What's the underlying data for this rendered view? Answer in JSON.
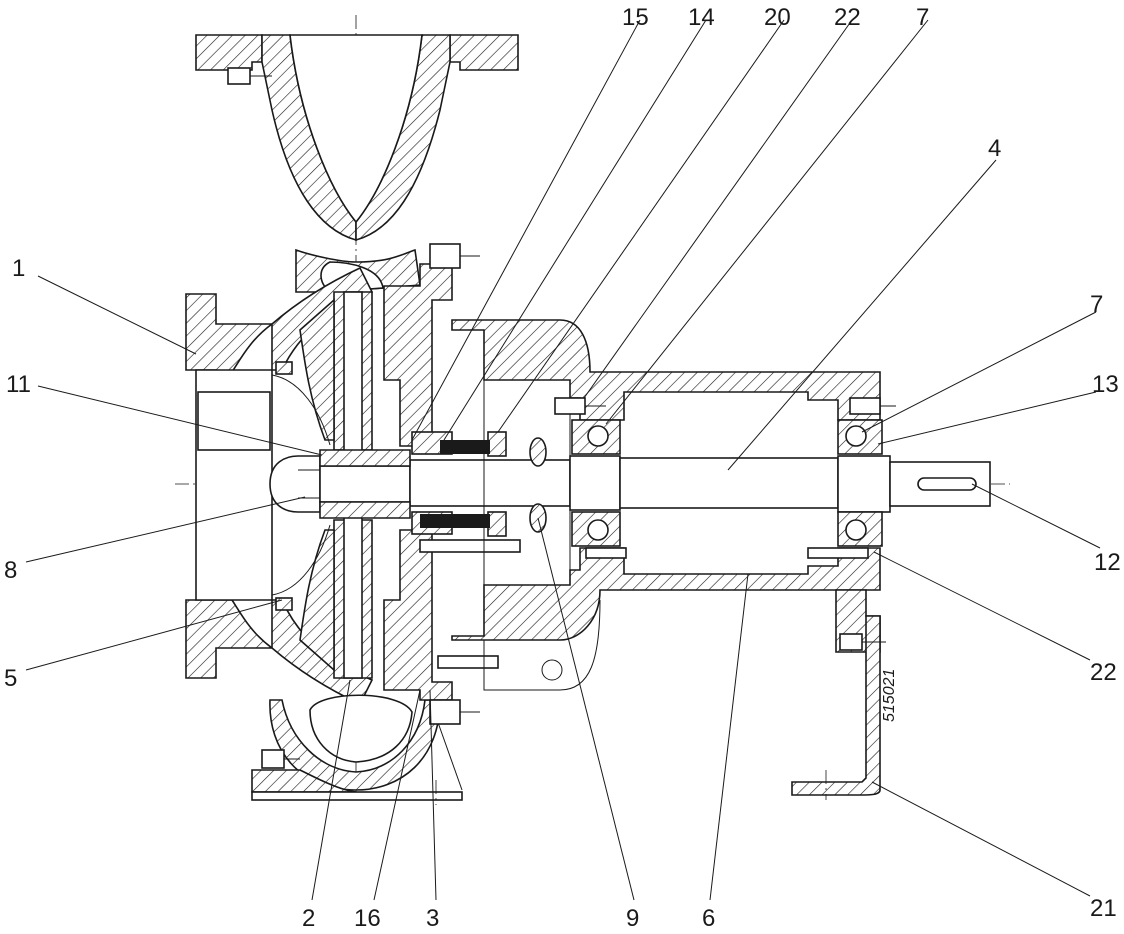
{
  "drawing_number": "515021",
  "callouts": [
    {
      "id": "c1",
      "label": "1"
    },
    {
      "id": "c11",
      "label": "11"
    },
    {
      "id": "c8",
      "label": "8"
    },
    {
      "id": "c5",
      "label": "5"
    },
    {
      "id": "c2",
      "label": "2"
    },
    {
      "id": "c16",
      "label": "16"
    },
    {
      "id": "c3",
      "label": "3"
    },
    {
      "id": "c9",
      "label": "9"
    },
    {
      "id": "c6",
      "label": "6"
    },
    {
      "id": "c15",
      "label": "15"
    },
    {
      "id": "c14",
      "label": "14"
    },
    {
      "id": "c20",
      "label": "20"
    },
    {
      "id": "c22a",
      "label": "22"
    },
    {
      "id": "c7a",
      "label": "7"
    },
    {
      "id": "c4",
      "label": "4"
    },
    {
      "id": "c7b",
      "label": "7"
    },
    {
      "id": "c13",
      "label": "13"
    },
    {
      "id": "c12",
      "label": "12"
    },
    {
      "id": "c22b",
      "label": "22"
    },
    {
      "id": "c21",
      "label": "21"
    }
  ]
}
